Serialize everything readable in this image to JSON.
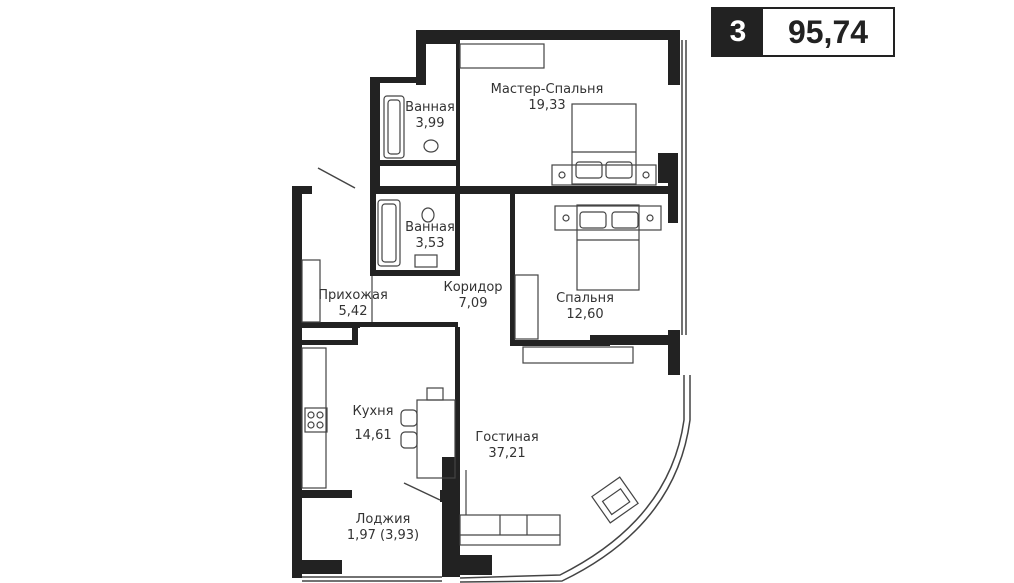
{
  "summary": {
    "rooms_count": "3",
    "total_area": "95,74"
  },
  "rooms": [
    {
      "id": "master-bedroom",
      "name": "Мастер-Спальня",
      "area": "19,33"
    },
    {
      "id": "bathroom-1",
      "name": "Ванная",
      "area": "3,99"
    },
    {
      "id": "bathroom-2",
      "name": "Ванная",
      "area": "3,53"
    },
    {
      "id": "hallway",
      "name": "Прихожая",
      "area": "5,42"
    },
    {
      "id": "corridor",
      "name": "Коридор",
      "area": "7,09"
    },
    {
      "id": "bedroom",
      "name": "Спальня",
      "area": "12,60"
    },
    {
      "id": "kitchen",
      "name": "Кухня",
      "area": "14,61"
    },
    {
      "id": "living-room",
      "name": "Гостиная",
      "area": "37,21"
    },
    {
      "id": "loggia",
      "name": "Лоджия",
      "area": "1,97 (3,93)"
    }
  ],
  "colors": {
    "wall": "#222222",
    "line": "#444444",
    "background": "#ffffff"
  }
}
